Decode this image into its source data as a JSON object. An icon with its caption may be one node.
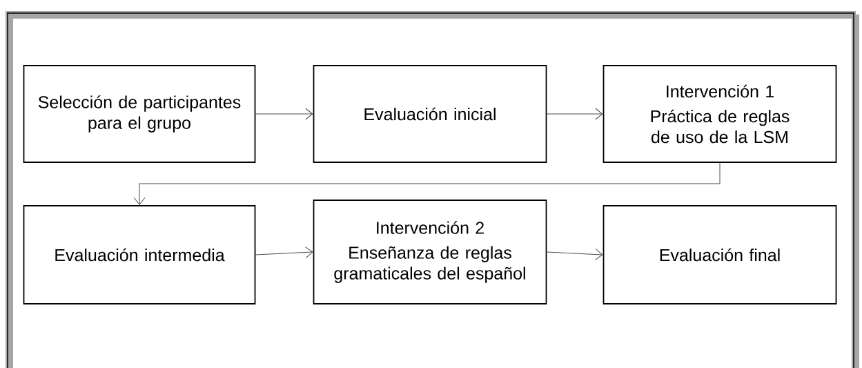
{
  "diagram": {
    "nodes": [
      {
        "text": [
          "Selección de participantes para el grupo"
        ]
      },
      {
        "text": [
          "Evaluación inicial"
        ]
      },
      {
        "text": [
          "Intervención 1",
          "Práctica de reglas de uso de la LSM"
        ]
      },
      {
        "text": [
          "Evaluación intermedia"
        ]
      },
      {
        "text": [
          "Intervención 2",
          "Enseñanza de reglas gramaticales del español"
        ]
      },
      {
        "text": [
          "Evaluación final"
        ]
      }
    ],
    "edges": [
      {
        "from": 0,
        "to": 1,
        "arrow": "to"
      },
      {
        "from": 1,
        "to": 2,
        "arrow": "to"
      },
      {
        "from": 2,
        "to": 3,
        "arrow": "to"
      },
      {
        "from": 3,
        "to": 4,
        "arrow": "to"
      },
      {
        "from": 4,
        "to": 5,
        "arrow": "to"
      }
    ]
  }
}
